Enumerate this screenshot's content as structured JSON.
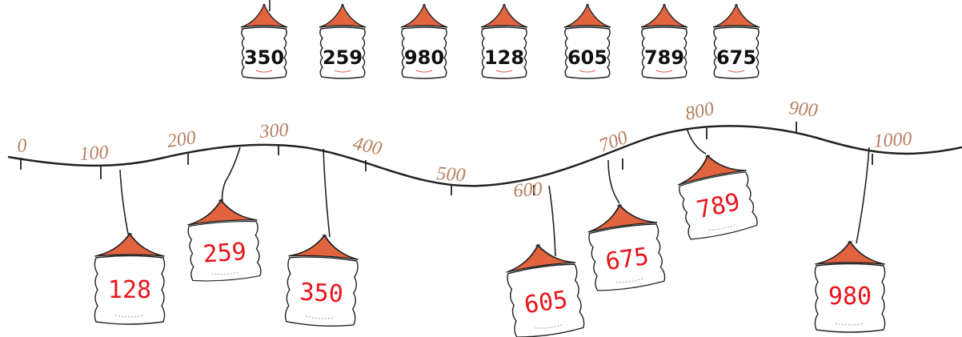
{
  "scale_labels": [
    "0",
    "100",
    "200",
    "300",
    "400",
    "500",
    "600",
    "700",
    "800",
    "900",
    "1000"
  ],
  "top_lanterns": [
    "350",
    "259",
    "980",
    "128",
    "605",
    "789",
    "675"
  ],
  "hanging_lanterns": [
    "128",
    "259",
    "350",
    "605",
    "675",
    "789",
    "980"
  ]
}
